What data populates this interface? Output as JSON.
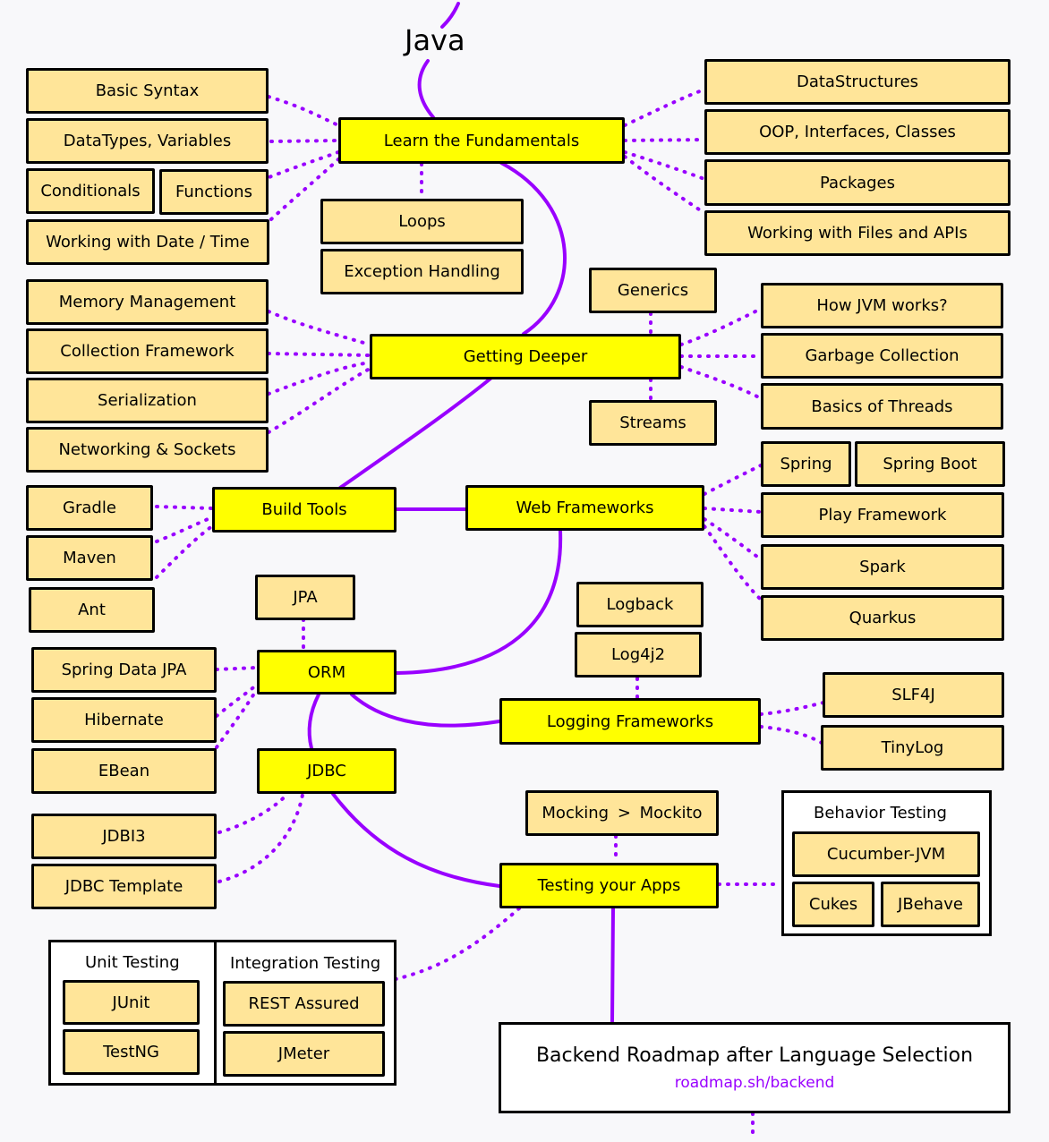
{
  "title": "Java",
  "colors": {
    "curve": "#9900ff",
    "main_fill": "#ffff00",
    "sub_fill": "#ffe599",
    "link": "#9900ff"
  },
  "main_nodes": {
    "fundamentals": "Learn the Fundamentals",
    "deeper": "Getting Deeper",
    "build_tools": "Build Tools",
    "web_frameworks": "Web Frameworks",
    "orm": "ORM",
    "jdbc": "JDBC",
    "logging": "Logging Frameworks",
    "testing": "Testing your Apps"
  },
  "fundamentals_topics": {
    "basic_syntax": "Basic Syntax",
    "datatypes": "DataTypes, Variables",
    "conditionals": "Conditionals",
    "functions": "Functions",
    "date_time": "Working with Date / Time",
    "loops": "Loops",
    "exception_handling": "Exception Handling",
    "data_structures": "DataStructures",
    "oop": "OOP, Interfaces, Classes",
    "packages": "Packages",
    "files_apis": "Working with Files and APIs"
  },
  "deeper_topics": {
    "memory": "Memory Management",
    "collection": "Collection Framework",
    "serialization": "Serialization",
    "networking": "Networking & Sockets",
    "generics": "Generics",
    "streams": "Streams",
    "jvm": "How JVM works?",
    "gc": "Garbage Collection",
    "threads": "Basics of Threads"
  },
  "build_tools": {
    "gradle": "Gradle",
    "maven": "Maven",
    "ant": "Ant"
  },
  "web_frameworks": {
    "spring": "Spring",
    "spring_boot": "Spring Boot",
    "play": "Play Framework",
    "spark": "Spark",
    "quarkus": "Quarkus"
  },
  "orm_topics": {
    "jpa": "JPA",
    "spring_data_jpa": "Spring Data JPA",
    "hibernate": "Hibernate",
    "ebean": "EBean"
  },
  "jdbc_topics": {
    "jdbi3": "JDBI3",
    "jdbc_template": "JDBC Template"
  },
  "logging_topics": {
    "logback": "Logback",
    "log4j2": "Log4j2",
    "slf4j": "SLF4J",
    "tinylog": "TinyLog"
  },
  "testing_topics": {
    "mocking": "Mocking > Mockito",
    "behavior_label": "Behavior Testing",
    "cucumber": "Cucumber-JVM",
    "cukes": "Cukes",
    "jbehave": "JBehave",
    "unit_label": "Unit Testing",
    "junit": "JUnit",
    "testng": "TestNG",
    "integration_label": "Integration Testing",
    "rest_assured": "REST Assured",
    "jmeter": "JMeter"
  },
  "cta": {
    "title": "Backend Roadmap after Language Selection",
    "link": "roadmap.sh/backend"
  }
}
